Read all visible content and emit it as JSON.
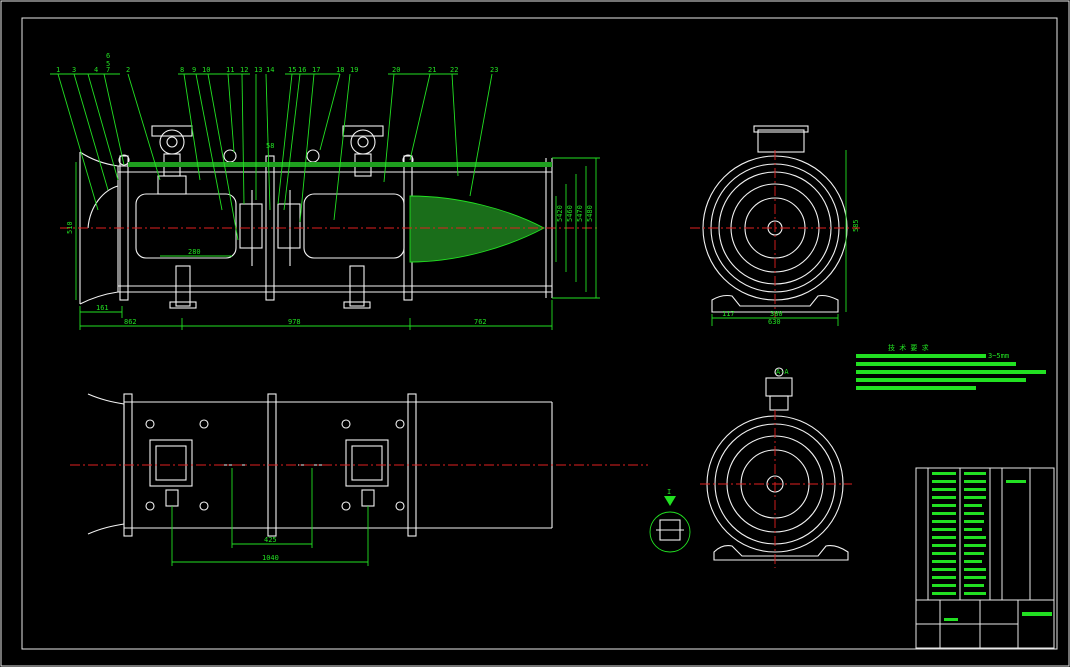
{
  "part_numbers": [
    "1",
    "2",
    "3",
    "4",
    "5",
    "6",
    "7",
    "8",
    "9",
    "10",
    "11",
    "12",
    "13",
    "14",
    "15",
    "16",
    "17",
    "18",
    "19",
    "20",
    "21",
    "22",
    "23"
  ],
  "front_view_dims": {
    "d161": "161",
    "d862": "862",
    "d978": "978",
    "d762": "762",
    "d280": "280",
    "d58": "58",
    "d510": "510",
    "right_dims": [
      "5420",
      "5460",
      "5470",
      "5480"
    ]
  },
  "plan_view_dims": {
    "d425": "425",
    "d1040": "1040"
  },
  "side_view_dims": {
    "d117": "117",
    "d380": "380",
    "d630": "630",
    "height": "585"
  },
  "detail_label": "I",
  "detail_label2": "A-A",
  "tech_title": "技 术 要 求",
  "tech_note_suffix": "3~5mm",
  "colors": {
    "background": "#000000",
    "outline": "#f2f2f2",
    "annotation": "#22e022",
    "centerline": "#e02020"
  }
}
